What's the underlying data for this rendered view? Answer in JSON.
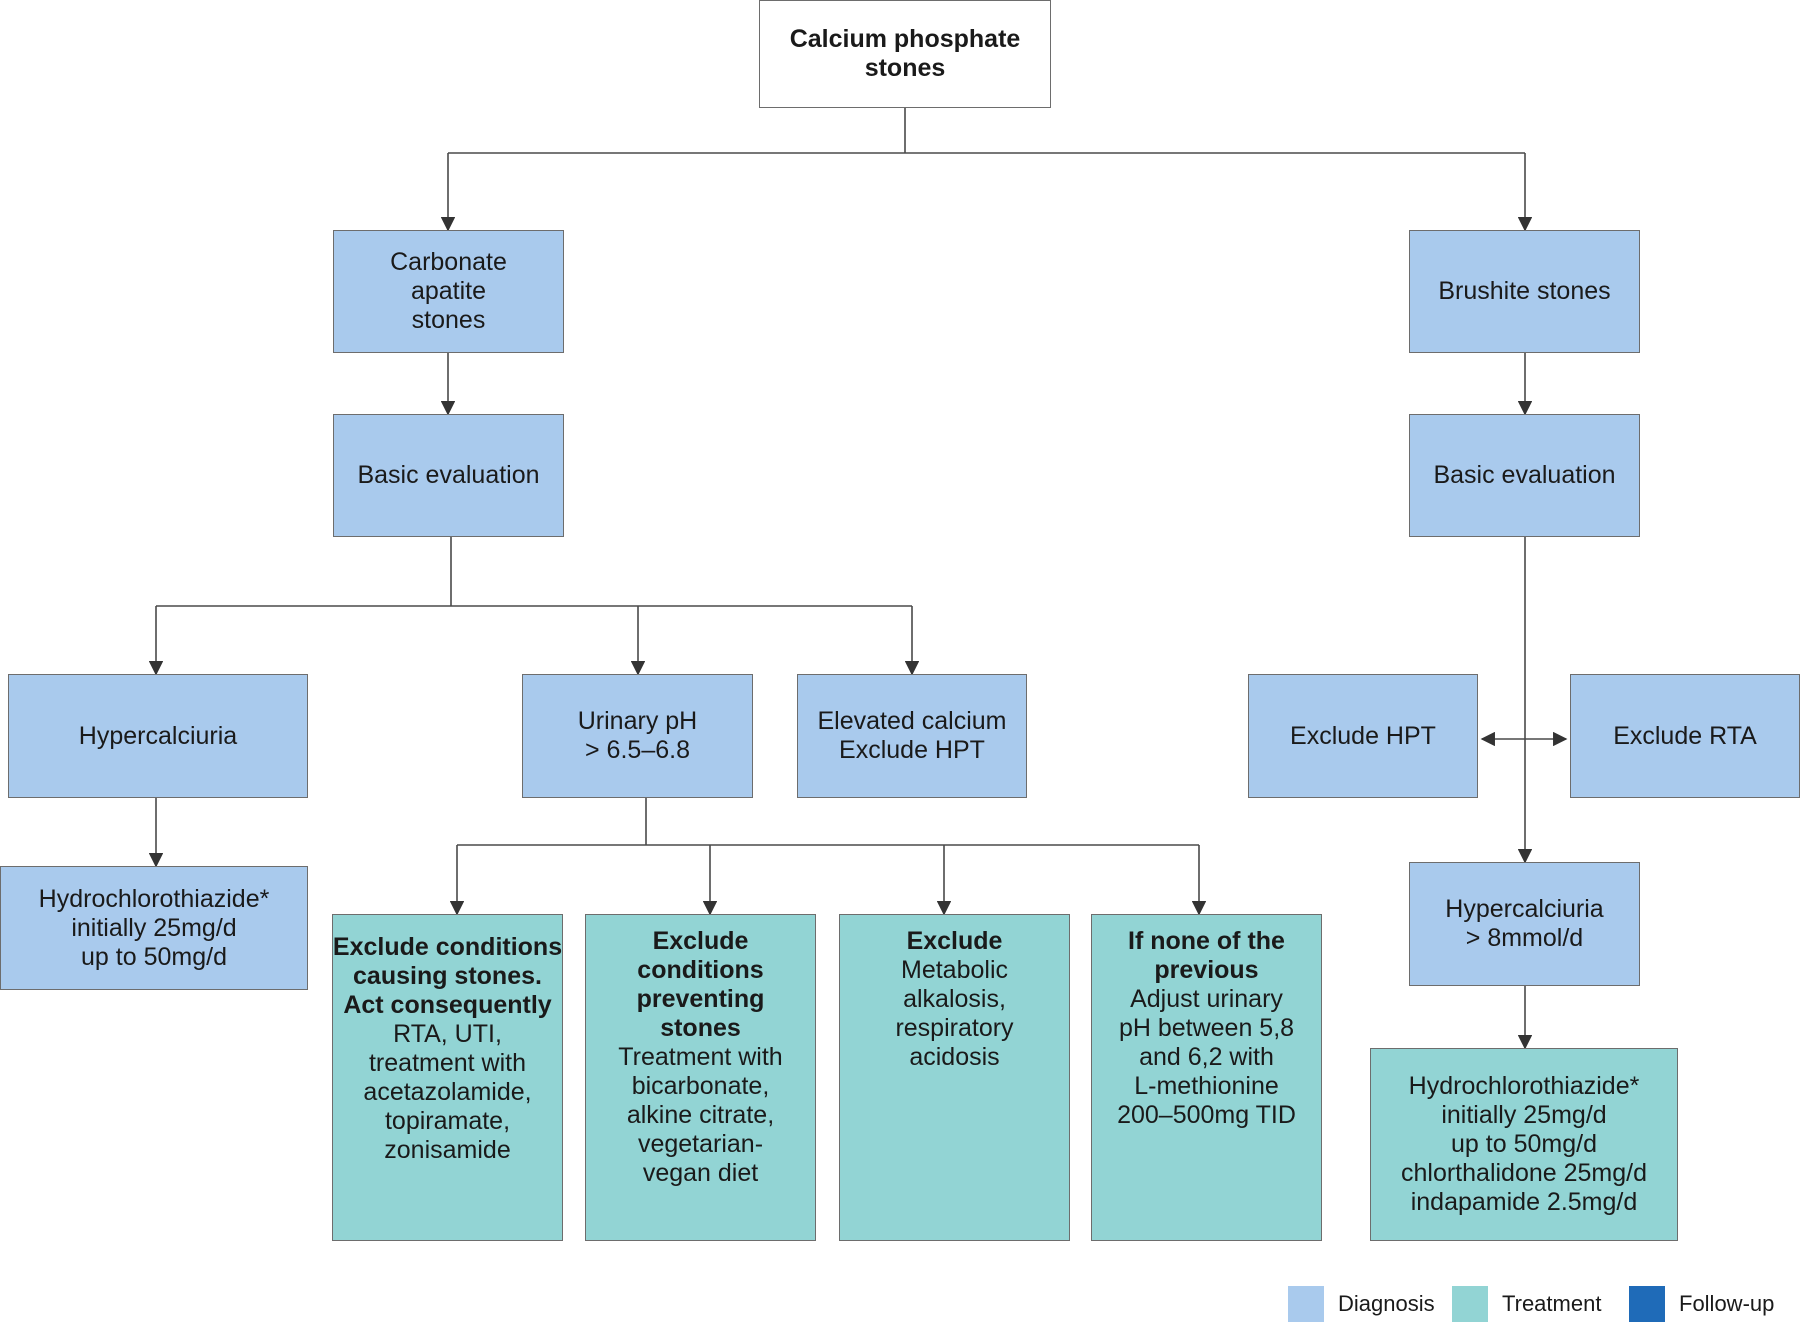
{
  "nodes": {
    "root": {
      "lines": [
        "Calcium phosphate",
        "stones"
      ]
    },
    "carbonate": {
      "lines": [
        "Carbonate",
        "apatite",
        "stones"
      ]
    },
    "brushite": {
      "lines": [
        "Brushite stones"
      ]
    },
    "basic_left": {
      "lines": [
        "Basic evaluation"
      ]
    },
    "basic_right": {
      "lines": [
        "Basic evaluation"
      ]
    },
    "hypercalciuria_left": {
      "lines": [
        "Hypercalciuria"
      ]
    },
    "urinary_ph": {
      "lines": [
        "Urinary pH",
        "> 6.5–6.8"
      ]
    },
    "elevated_calcium": {
      "lines": [
        "Elevated calcium",
        "Exclude HPT"
      ]
    },
    "exclude_hpt": {
      "lines": [
        "Exclude HPT"
      ]
    },
    "exclude_rta": {
      "lines": [
        "Exclude RTA"
      ]
    },
    "hct_left": {
      "lines": [
        "Hydrochlorothiazide*",
        "initially 25mg/d",
        "up to 50mg/d"
      ]
    },
    "hypercalciuria_right": {
      "lines": [
        "Hypercalciuria",
        "> 8mmol/d"
      ]
    },
    "exclude_conditions_causing": {
      "bold": [
        "Exclude conditions",
        "causing stones.",
        "Act consequently"
      ],
      "lines": [
        "RTA, UTI,",
        "treatment with",
        "acetazolamide,",
        "topiramate,",
        "zonisamide"
      ]
    },
    "exclude_conditions_preventing": {
      "bold": [
        "Exclude",
        "conditions",
        "preventing",
        "stones"
      ],
      "lines": [
        "Treatment with",
        "bicarbonate,",
        "alkine citrate,",
        "vegetarian-",
        "vegan diet"
      ]
    },
    "exclude_metabolic": {
      "bold": [
        "Exclude"
      ],
      "lines": [
        "Metabolic",
        "alkalosis,",
        "respiratory",
        "acidosis"
      ]
    },
    "none_previous": {
      "bold": [
        "If none of the",
        "previous"
      ],
      "lines": [
        "Adjust urinary",
        "pH between 5,8",
        "and 6,2 with",
        "L-methionine",
        "200–500mg TID"
      ]
    },
    "hct_right": {
      "lines": [
        "Hydrochlorothiazide*",
        "initially 25mg/d",
        "up to 50mg/d",
        "chlorthalidone 25mg/d",
        "indapamide 2.5mg/d"
      ]
    }
  },
  "legend": [
    {
      "label": "Diagnosis",
      "color": "#a9caed"
    },
    {
      "label": "Treatment",
      "color": "#92d4d4"
    },
    {
      "label": "Follow-up",
      "color": "#1f6bb8"
    }
  ],
  "colors": {
    "diagnosis": "#a9caed",
    "treatment": "#92d4d4",
    "line": "#4a4a4a"
  }
}
